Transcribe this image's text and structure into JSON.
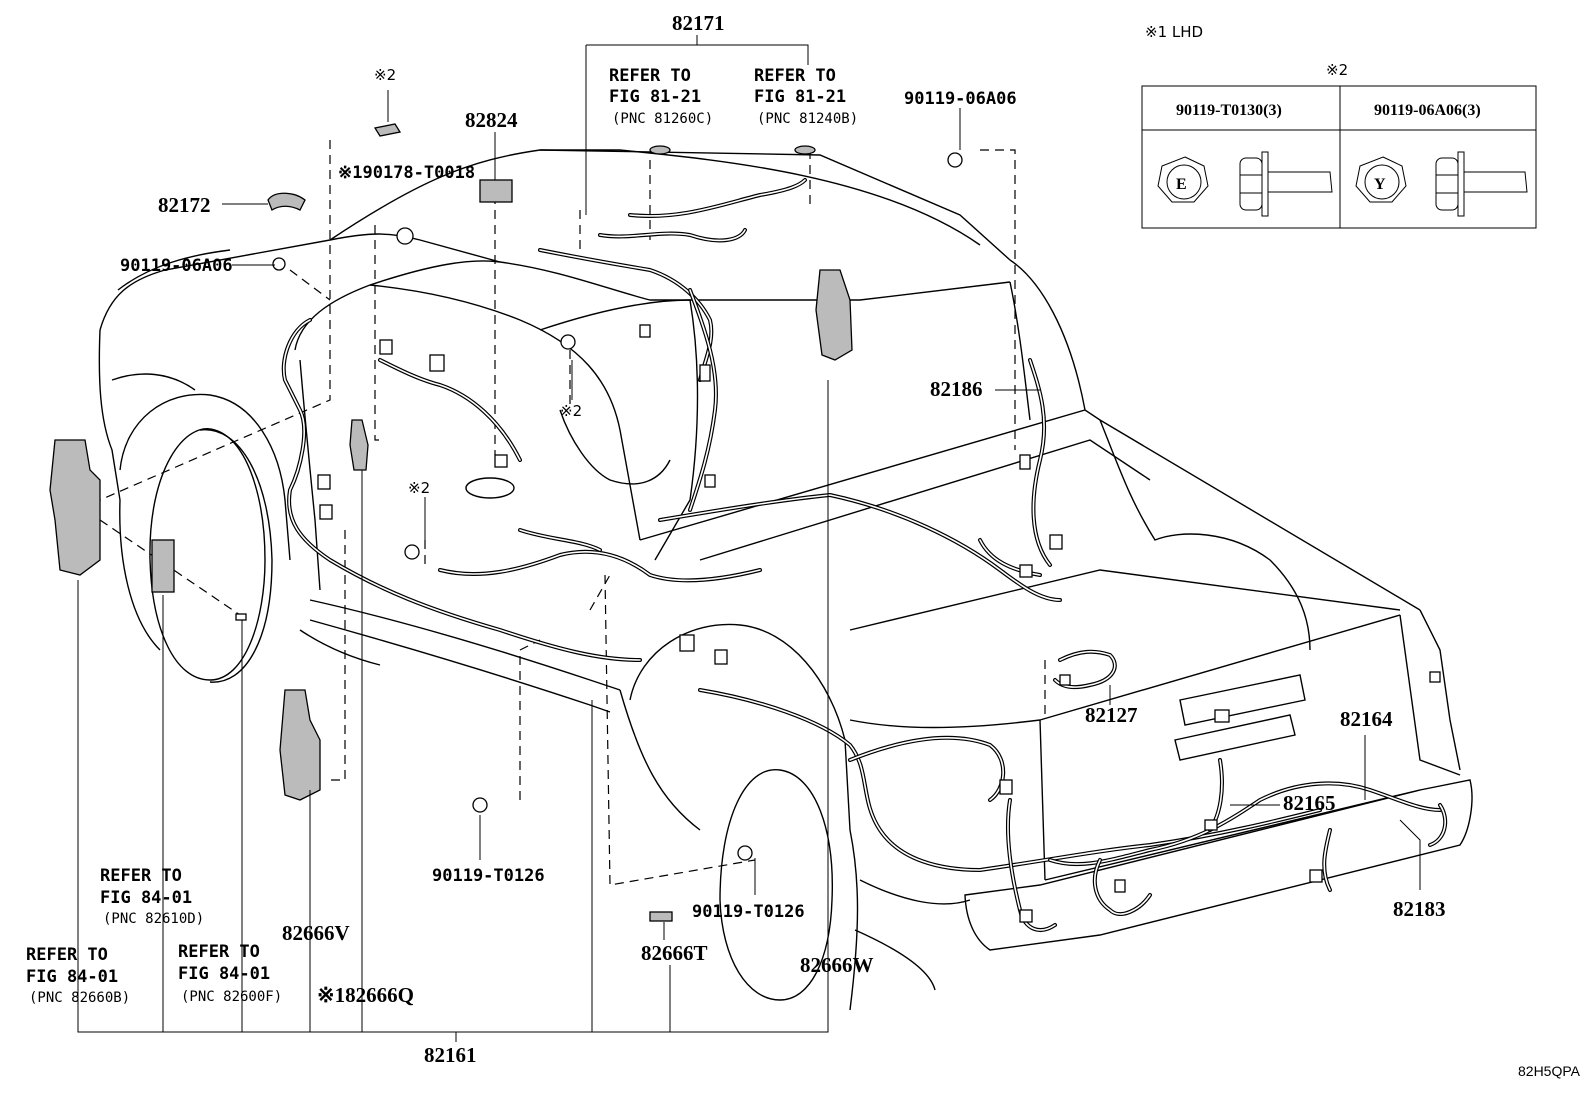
{
  "note_lhd": "※1 LHD",
  "legend": {
    "mark": "※2",
    "columns": [
      {
        "part": "90119-T0130(3)",
        "head_mark": "E"
      },
      {
        "part": "90119-06A06(3)",
        "head_mark": "Y"
      }
    ]
  },
  "labels": {
    "p82171": "82171",
    "p82824": "82824",
    "p82172": "82172",
    "p90119_06a06_left": "90119-06A06",
    "p90119_06a06_right": "90119-06A06",
    "p90178": "※190178-T0018",
    "p82186": "82186",
    "p82127": "82127",
    "p82164": "82164",
    "p82165": "82165",
    "p82183": "82183",
    "p82666v": "82666V",
    "p82666q": "※182666Q",
    "p82666t": "82666T",
    "p82666w": "82666W",
    "p90119_t0126_a": "90119-T0126",
    "p90119_t0126_b": "90119-T0126",
    "p82161": "82161",
    "mark2_a": "※2",
    "mark2_b": "※2",
    "mark2_c": "※2"
  },
  "refs": [
    {
      "line1": "REFER TO",
      "line2": "FIG 81-21",
      "pnc": "(PNC 81260C)"
    },
    {
      "line1": "REFER TO",
      "line2": "FIG 81-21",
      "pnc": "(PNC 81240B)"
    },
    {
      "line1": "REFER TO",
      "line2": "FIG 84-01",
      "pnc": "(PNC 82610D)"
    },
    {
      "line1": "REFER TO",
      "line2": "FIG 84-01",
      "pnc": "(PNC 82660B)"
    },
    {
      "line1": "REFER TO",
      "line2": "FIG 84-01",
      "pnc": "(PNC 82600F)"
    }
  ],
  "diagram_code": "82H5QPA"
}
